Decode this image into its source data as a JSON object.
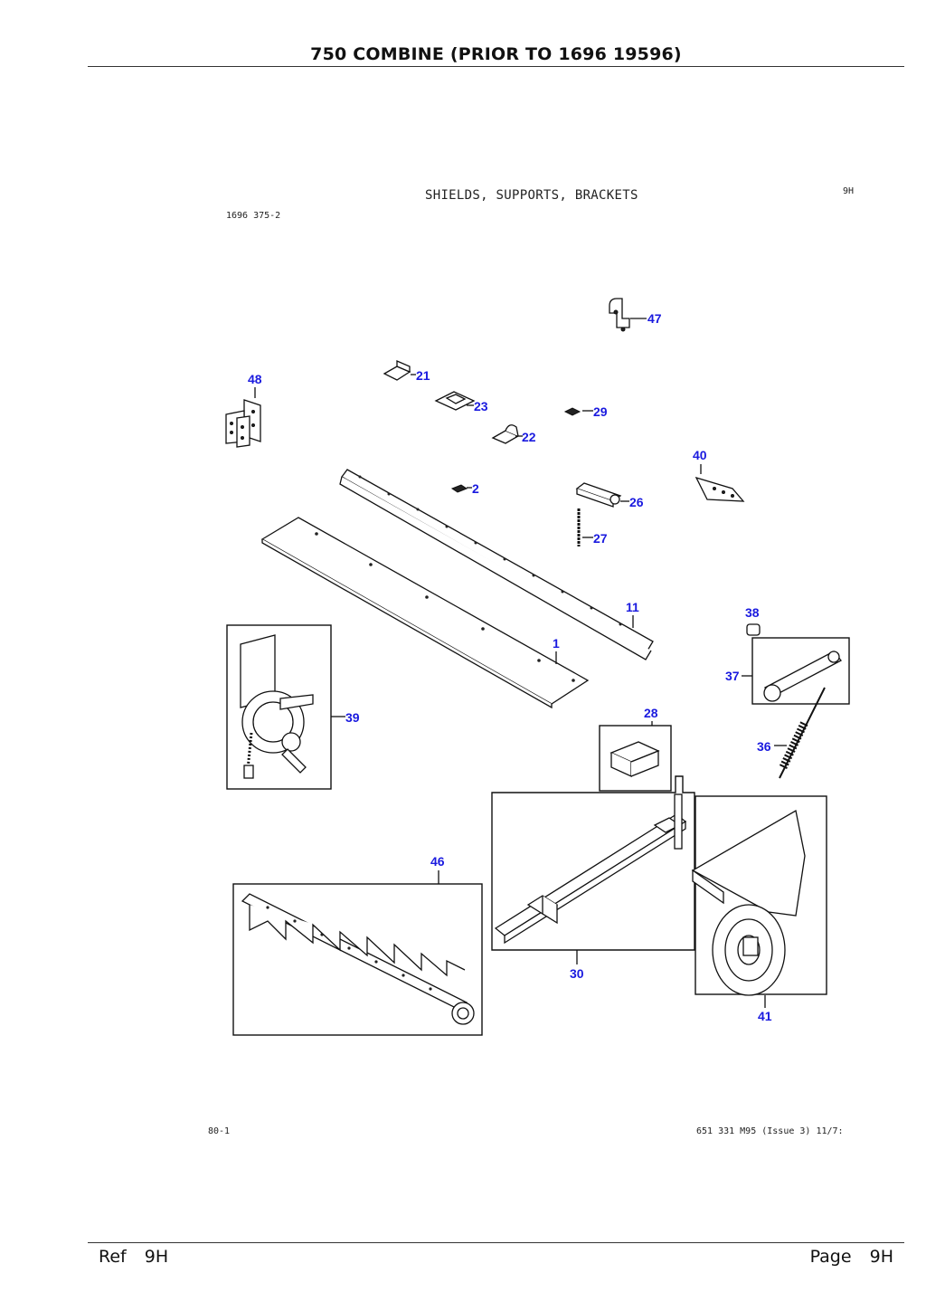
{
  "header": {
    "title": "750 COMBINE (PRIOR TO 1696 19596)"
  },
  "plate": {
    "title": "SHIELDS, SUPPORTS, BRACKETS",
    "ref": "9H",
    "drawing_number": "1696 375-2",
    "illustration_number": "80-1",
    "publication": "651 331 M95 (Issue 3) 11/7:"
  },
  "callouts": [
    "47",
    "48",
    "21",
    "23",
    "29",
    "22",
    "40",
    "2",
    "26",
    "27",
    "11",
    "38",
    "1",
    "37",
    "39",
    "28",
    "36",
    "46",
    "30",
    "41"
  ],
  "footer": {
    "ref_label": "Ref",
    "ref_value": "9H",
    "page_label": "Page",
    "page_value": "9H"
  }
}
